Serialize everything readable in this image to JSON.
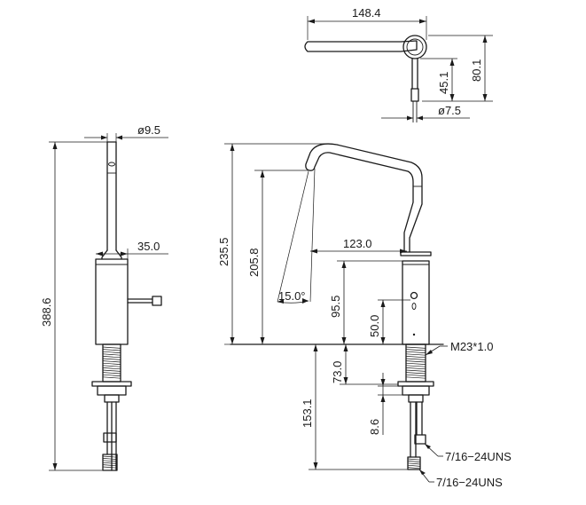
{
  "dimensions": {
    "top_width": "148.4",
    "top_depth": "80.1",
    "top_offset": "45.1",
    "top_diameter": "ø7.5",
    "side_diameter": "ø9.5",
    "side_handle": "35.0",
    "side_total_height": "388.6",
    "front_height": "235.5",
    "front_spout_height": "205.8",
    "front_reach": "123.0",
    "front_angle": "15.0°",
    "front_body_height": "95.5",
    "front_sensor_height": "50.0",
    "front_mount_thread": "M23*1.0",
    "front_shank": "73.0",
    "front_below_deck": "153.1",
    "front_nut": "8.6",
    "hose_thread_1": "7/16−24UNS",
    "hose_thread_2": "7/16−24UNS"
  }
}
